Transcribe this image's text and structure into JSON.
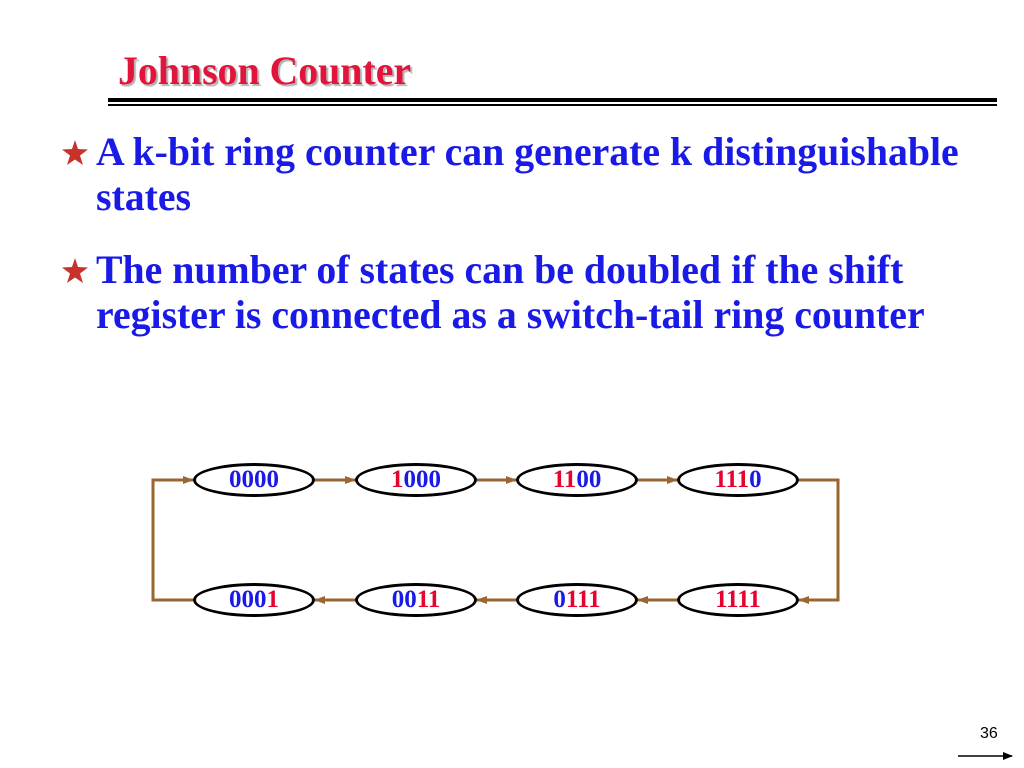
{
  "slide": {
    "title": "Johnson Counter",
    "bullets": [
      {
        "icon": "star-icon",
        "text": "A k-bit ring counter can generate k distinguishable states"
      },
      {
        "icon": "star-icon",
        "text": "The number of states can be doubled if the shift register is connected as a switch-tail ring counter"
      }
    ],
    "page_number": "36",
    "next_icon": "right-arrow-icon"
  },
  "colors": {
    "title": "#e3143c",
    "text": "#1a1ae6",
    "star": "#c8322a",
    "arrow": "#996633",
    "red": "#e8002e",
    "blue": "#1a1ae6"
  },
  "diagram": {
    "states": [
      {
        "segments": [
          {
            "text": "0000",
            "color": "blue"
          }
        ]
      },
      {
        "segments": [
          {
            "text": "1",
            "color": "red"
          },
          {
            "text": "000",
            "color": "blue"
          }
        ]
      },
      {
        "segments": [
          {
            "text": "11",
            "color": "red"
          },
          {
            "text": "00",
            "color": "blue"
          }
        ]
      },
      {
        "segments": [
          {
            "text": "111",
            "color": "red"
          },
          {
            "text": "0",
            "color": "blue"
          }
        ]
      },
      {
        "segments": [
          {
            "text": "1111",
            "color": "red"
          }
        ]
      },
      {
        "segments": [
          {
            "text": "0",
            "color": "blue"
          },
          {
            "text": "111",
            "color": "red"
          }
        ]
      },
      {
        "segments": [
          {
            "text": "00",
            "color": "blue"
          },
          {
            "text": "11",
            "color": "red"
          }
        ]
      },
      {
        "segments": [
          {
            "text": "000",
            "color": "blue"
          },
          {
            "text": "1",
            "color": "red"
          }
        ]
      }
    ]
  }
}
